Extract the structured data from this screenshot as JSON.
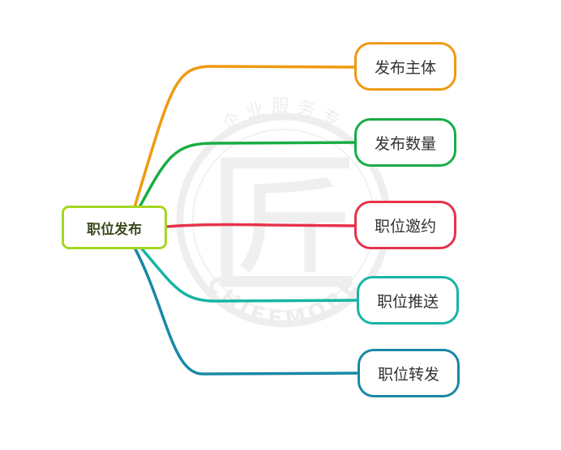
{
  "diagram": {
    "type": "mind-map",
    "root": {
      "label": "职位发布",
      "border_color": "#a5d623"
    },
    "branches": [
      {
        "label": "发布主体",
        "color": "#ef9b10"
      },
      {
        "label": "发布数量",
        "color": "#19ad45"
      },
      {
        "label": "职位邀约",
        "color": "#e6334b"
      },
      {
        "label": "职位推送",
        "color": "#16b5a5"
      },
      {
        "label": "职位转发",
        "color": "#1a88a6"
      }
    ],
    "watermark": {
      "text": "CHIEFMORE",
      "top_text": "企业服务专",
      "glyph": "匠",
      "color": "#ececec"
    }
  }
}
